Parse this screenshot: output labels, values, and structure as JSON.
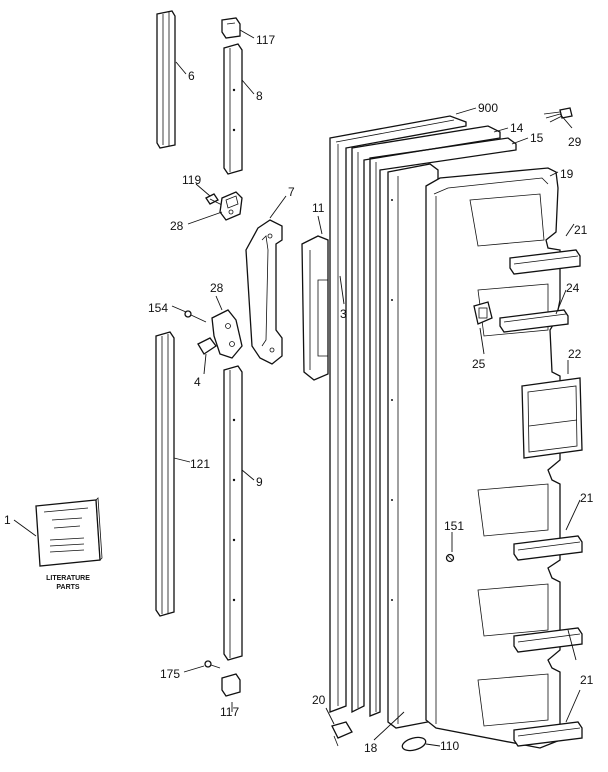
{
  "diagram": {
    "literature_box": {
      "caption_line1": "LITERATURE",
      "caption_line2": "PARTS"
    },
    "callouts": [
      {
        "id": "6",
        "text": "6"
      },
      {
        "id": "117a",
        "text": "117"
      },
      {
        "id": "8",
        "text": "8"
      },
      {
        "id": "900",
        "text": "900"
      },
      {
        "id": "14",
        "text": "14"
      },
      {
        "id": "15",
        "text": "15"
      },
      {
        "id": "29",
        "text": "29"
      },
      {
        "id": "19",
        "text": "19"
      },
      {
        "id": "119",
        "text": "119"
      },
      {
        "id": "28a",
        "text": "28"
      },
      {
        "id": "7",
        "text": "7"
      },
      {
        "id": "11",
        "text": "11"
      },
      {
        "id": "21a",
        "text": "21"
      },
      {
        "id": "28b",
        "text": "28"
      },
      {
        "id": "154",
        "text": "154"
      },
      {
        "id": "3",
        "text": "3"
      },
      {
        "id": "24",
        "text": "24"
      },
      {
        "id": "4",
        "text": "4"
      },
      {
        "id": "25",
        "text": "25"
      },
      {
        "id": "22",
        "text": "22"
      },
      {
        "id": "121",
        "text": "121"
      },
      {
        "id": "9",
        "text": "9"
      },
      {
        "id": "1",
        "text": "1"
      },
      {
        "id": "21b",
        "text": "21"
      },
      {
        "id": "151",
        "text": "151"
      },
      {
        "id": "175",
        "text": "175"
      },
      {
        "id": "21c",
        "text": "21"
      },
      {
        "id": "117b",
        "text": "117"
      },
      {
        "id": "20",
        "text": "20"
      },
      {
        "id": "18",
        "text": "18"
      },
      {
        "id": "110",
        "text": "110"
      }
    ]
  }
}
